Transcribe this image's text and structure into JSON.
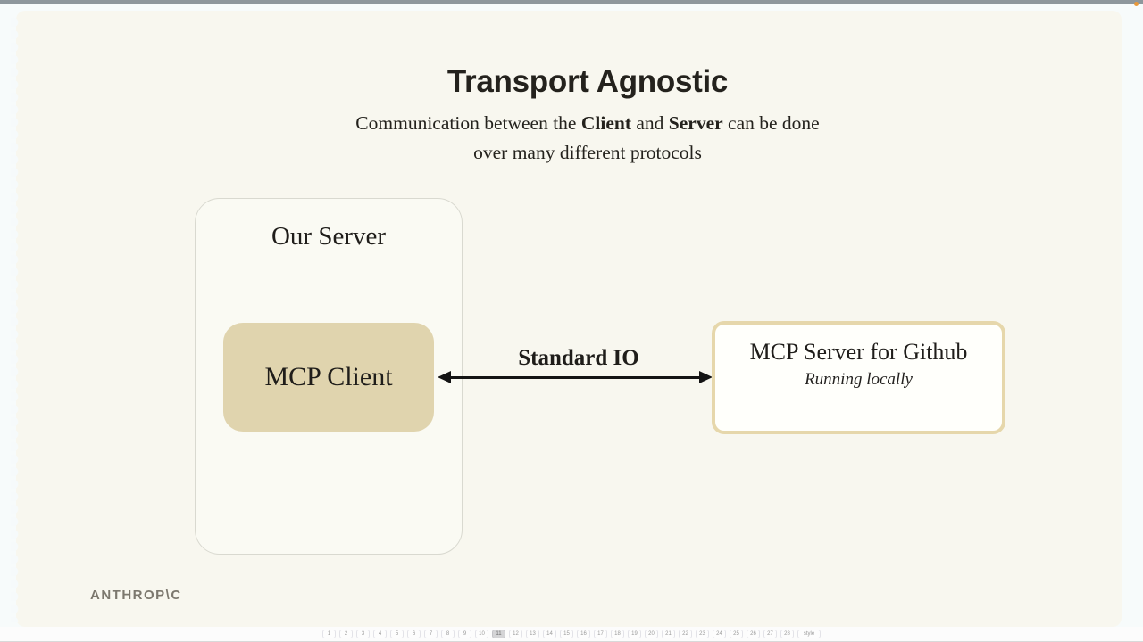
{
  "window": {
    "recording_dot_color": "#e8993a"
  },
  "slide": {
    "title": "Transport Agnostic",
    "subtitle": {
      "line1_pre": "Communication between the ",
      "line1_bold1": "Client",
      "line1_mid": " and ",
      "line1_bold2": "Server",
      "line1_post": " can be done",
      "line2": "over many different protocols"
    },
    "diagram": {
      "outer_box_label": "Our Server",
      "client_box_label": "MCP Client",
      "arrow_label": "Standard IO",
      "server_box_title": "MCP Server for Github",
      "server_box_note": "Running locally"
    },
    "logo": "ANTHROP\\C",
    "colors": {
      "slide_bg": "#f8f7ef",
      "client_box_fill": "#e0d4ae",
      "server_box_border": "#e6d7ab",
      "text_dark": "#211f1c",
      "logo_gray": "#7c786e"
    }
  },
  "pagination": {
    "pages": [
      "1",
      "2",
      "3",
      "4",
      "5",
      "6",
      "7",
      "8",
      "9",
      "10",
      "11",
      "12",
      "13",
      "14",
      "15",
      "16",
      "17",
      "18",
      "19",
      "20",
      "21",
      "22",
      "23",
      "24",
      "25",
      "26",
      "27",
      "28"
    ],
    "active_page": "11",
    "style_button": "style"
  }
}
